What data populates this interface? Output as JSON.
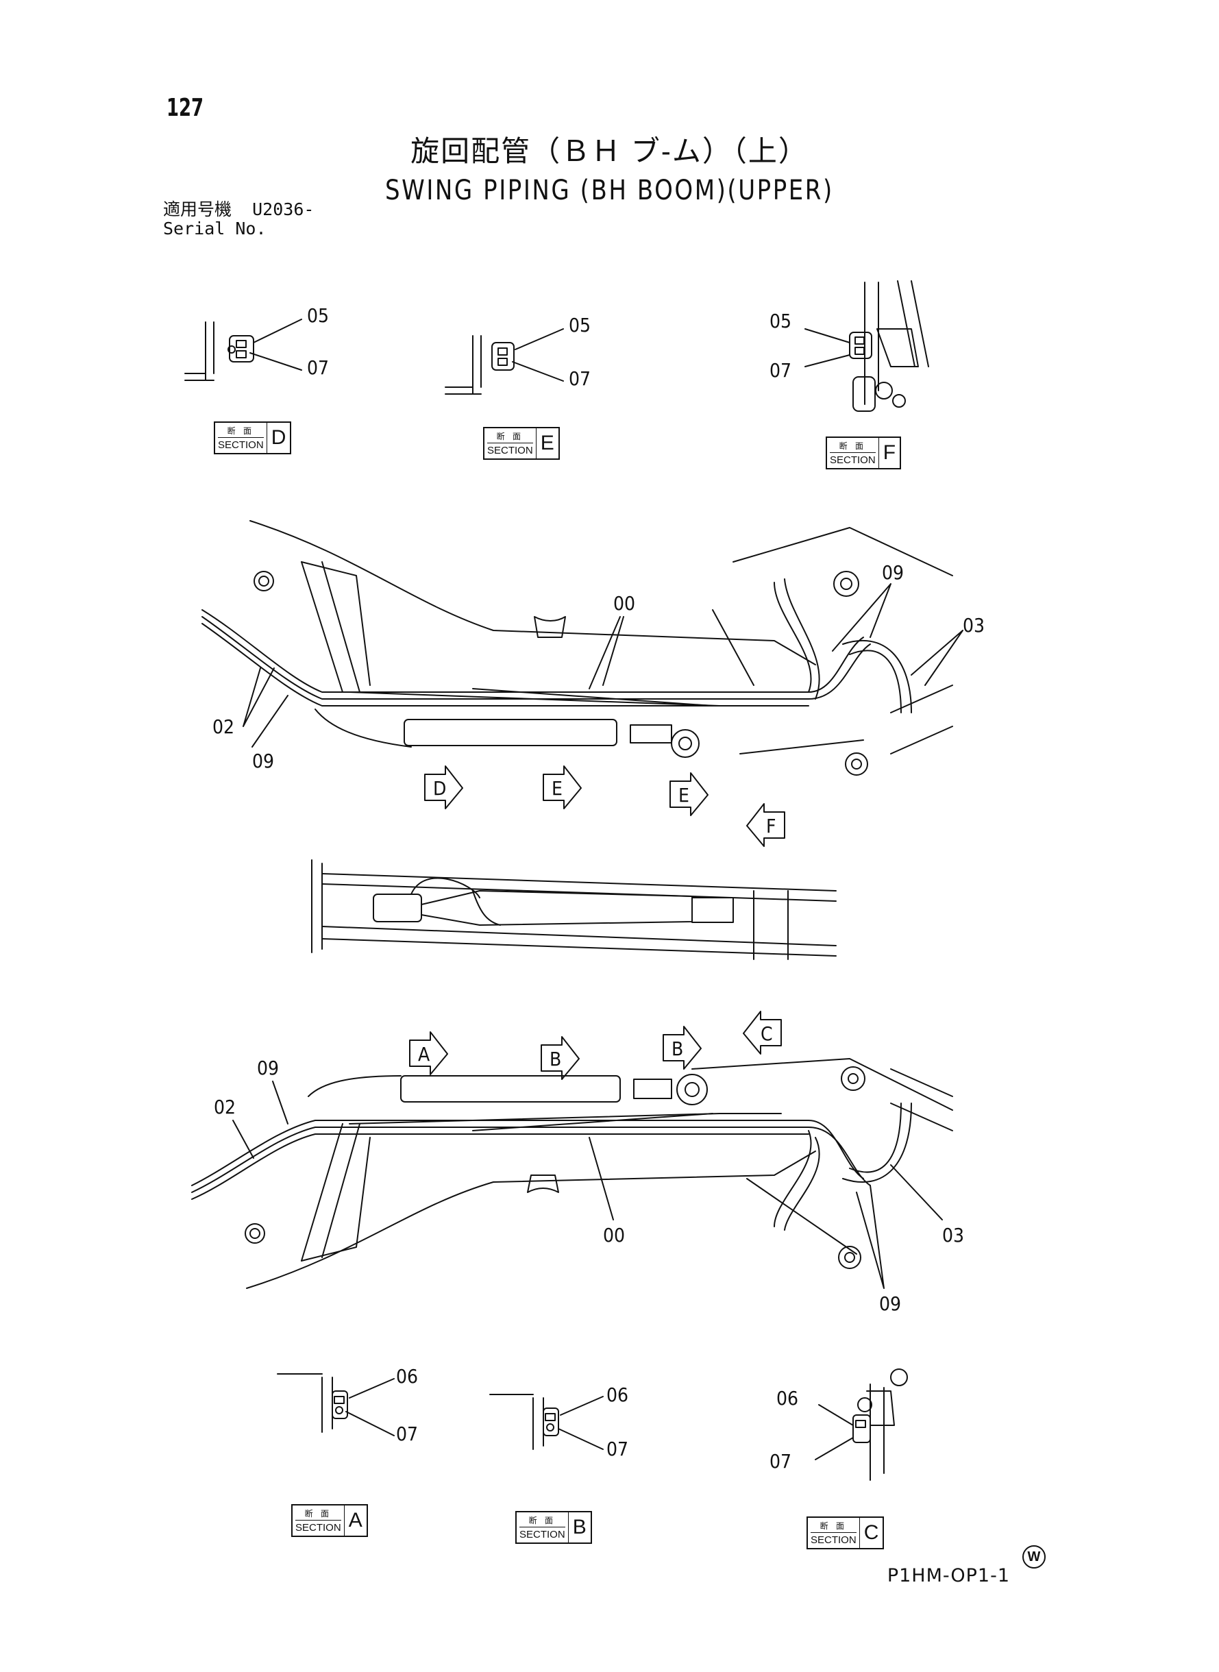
{
  "page_number": "127",
  "title_jp": "旋回配管（ＢＨ ブ-ム）（上）",
  "title_en": "SWING PIPING (BH BOOM)(UPPER)",
  "serial": {
    "label_jp": "適用号機",
    "value": "U2036-",
    "label_en": "Serial No."
  },
  "section_label": {
    "jp": "断 面",
    "en": "SECTION"
  },
  "sections": [
    {
      "letter": "D",
      "parts": [
        "05",
        "07"
      ]
    },
    {
      "letter": "E",
      "parts": [
        "05",
        "07"
      ]
    },
    {
      "letter": "F",
      "parts": [
        "05",
        "07"
      ]
    },
    {
      "letter": "A",
      "parts": [
        "06",
        "07"
      ]
    },
    {
      "letter": "B",
      "parts": [
        "06",
        "07"
      ]
    },
    {
      "letter": "C",
      "parts": [
        "06",
        "07"
      ]
    }
  ],
  "upper_view_callouts": [
    "00",
    "09",
    "03",
    "02",
    "09"
  ],
  "upper_view_arrows": [
    "D",
    "E",
    "E",
    "F"
  ],
  "lower_view_callouts": [
    "09",
    "02",
    "00",
    "03",
    "09"
  ],
  "lower_view_arrows": [
    "A",
    "B",
    "B",
    "C"
  ],
  "footer_code": "P1HM-OP1-1",
  "footer_mark": "W"
}
